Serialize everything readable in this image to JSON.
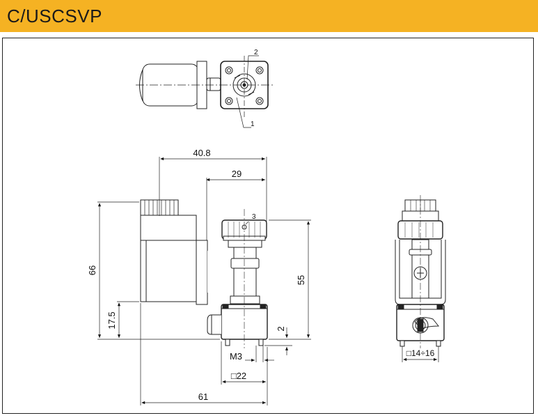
{
  "header": {
    "title": "C/USCSVP",
    "color": "#f5b223"
  },
  "drawing": {
    "labels": {
      "callout_1": "1",
      "callout_2": "2",
      "callout_3": "3"
    },
    "dimensions": {
      "width_40_8": "40.8",
      "width_29": "29",
      "height_66": "66",
      "height_55": "55",
      "height_17_5": "17.5",
      "dim_2": "2",
      "thread_m3": "M3",
      "square_22": "□22",
      "width_61": "61",
      "square_14_16": "□14÷16"
    }
  }
}
